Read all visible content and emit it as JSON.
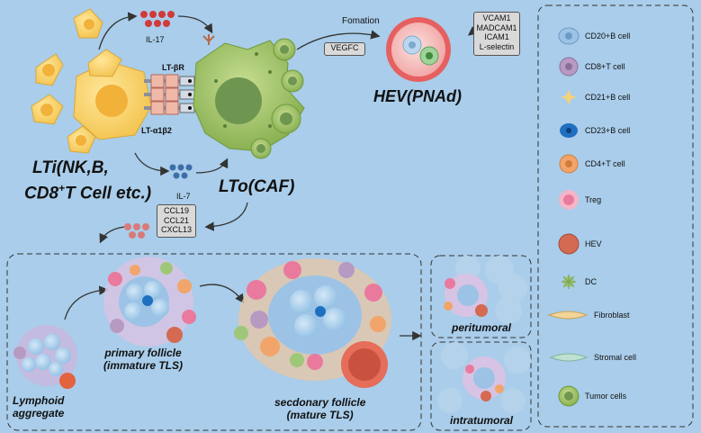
{
  "cytokines": {
    "il17": "IL-17",
    "il7": "IL-7",
    "vegfc": "VEGFC",
    "fomation": "Fomation"
  },
  "receptors": {
    "lt_beta_r": "LT-βR",
    "lt_alpha1beta2": "LT-α1β2"
  },
  "chemokines": [
    "CCL19",
    "CCL21",
    "CXCL13"
  ],
  "adhesion": [
    "VCAM1",
    "MADCAM1",
    "ICAM1",
    "L-selectin"
  ],
  "cells": {
    "lti_line1": "LTi(NK,B,",
    "lti_line2_pre": "CD8",
    "lti_line2_sup": "+",
    "lti_line2_post": "T Cell etc.)",
    "lto": "LTo(CAF)",
    "hev": "HEV(PNAd)"
  },
  "stages": {
    "lymphoid": [
      "Lymphoid",
      "aggregate"
    ],
    "primary": [
      "primary follicle",
      "(immature TLS)"
    ],
    "secondary": [
      "secdonary follicle",
      "(mature TLS)"
    ],
    "peritumoral": "peritumoral",
    "intratumoral": "intratumoral"
  },
  "legend": [
    {
      "label": "CD20+B cell",
      "icon": "cd20-b-cell-icon",
      "color": "#9cc3e6"
    },
    {
      "label": "CD8+T cell",
      "icon": "cd8-t-cell-icon",
      "color": "#b79ac2"
    },
    {
      "label": "CD21+B cell",
      "icon": "cd21-b-cell-icon",
      "color": "#f3d27a"
    },
    {
      "label": "CD23+B cell",
      "icon": "cd23-b-cell-icon",
      "color": "#1f6fc0"
    },
    {
      "label": "CD4+T cell",
      "icon": "cd4-t-cell-icon",
      "color": "#f2a56a"
    },
    {
      "label": "Treg",
      "icon": "treg-icon",
      "color": "#e97a9e"
    },
    {
      "label": "HEV",
      "icon": "hev-icon",
      "color": "#d46a52"
    },
    {
      "label": "DC",
      "icon": "dc-icon",
      "color": "#9fc77a"
    },
    {
      "label": "Fibroblast",
      "icon": "fibroblast-icon",
      "color": "#f2d49a"
    },
    {
      "label": "Stromal cell",
      "icon": "stromal-cell-icon",
      "color": "#bfe0d2"
    },
    {
      "label": "Tumor cells",
      "icon": "tumor-cell-icon",
      "color": "#8fb46a"
    }
  ]
}
